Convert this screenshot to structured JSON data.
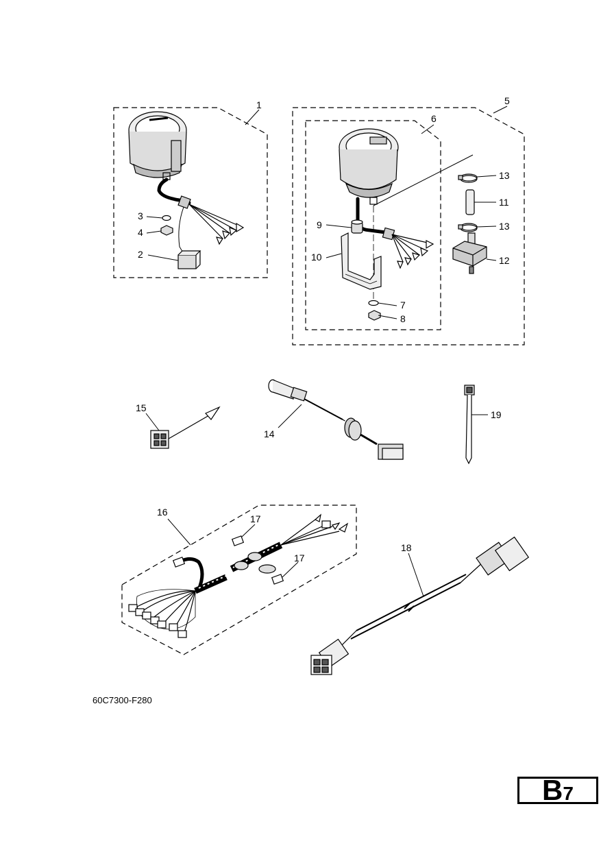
{
  "diagram": {
    "callouts": {
      "c1": "1",
      "c2": "2",
      "c3": "3",
      "c4": "4",
      "c5": "5",
      "c6": "6",
      "c7": "7",
      "c8": "8",
      "c9": "9",
      "c10": "10",
      "c11": "11",
      "c12": "12",
      "c13a": "13",
      "c13b": "13",
      "c14": "14",
      "c15": "15",
      "c16": "16",
      "c17a": "17",
      "c17b": "17",
      "c18": "18",
      "c19": "19"
    },
    "reference_code": "60C7300-F280"
  },
  "page_badge": {
    "letter": "B",
    "number": "7"
  },
  "colors": {
    "ink": "#000000",
    "fill_light": "#eeeeee",
    "fill_mid": "#d0d0d0",
    "fill_dark": "#555555",
    "background": "#ffffff"
  }
}
